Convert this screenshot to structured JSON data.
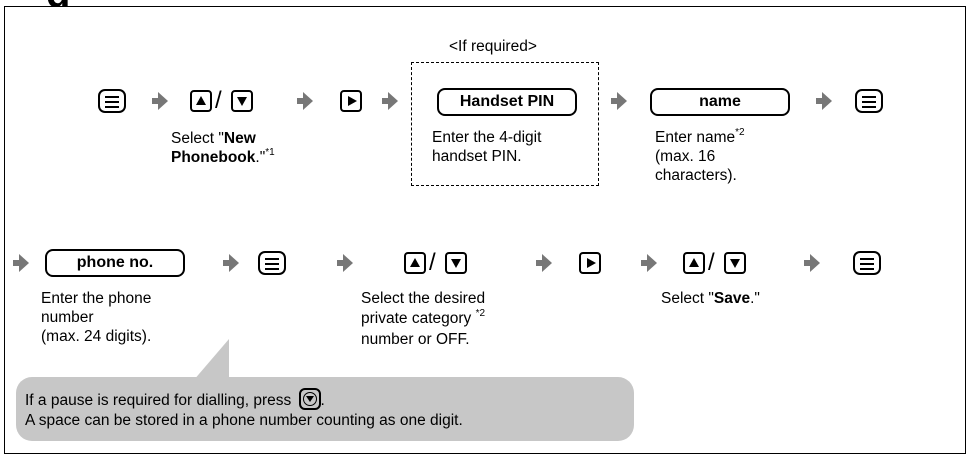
{
  "heading": "g",
  "row1": {
    "if_required": "<If required>",
    "select_new_phonebook": {
      "pre": "Select \"",
      "bold1": "New",
      "bold2": "Phonebook",
      "post": ".\"",
      "note": "*1"
    },
    "handset_pin_field": "Handset PIN",
    "handset_pin_desc": [
      "Enter the 4-digit",
      "handset PIN."
    ],
    "name_field": "name",
    "name_desc": {
      "line1": "Enter name",
      "note": "*2",
      "line2": "(max. 16",
      "line3": "characters)."
    }
  },
  "row2": {
    "phone_field": "phone no.",
    "phone_desc": [
      "Enter the phone",
      "number",
      "(max. 24 digits)."
    ],
    "category_desc": {
      "line1": "Select the desired",
      "line2": "private category ",
      "note": "*2",
      "line3": "number or OFF."
    },
    "save_desc": {
      "pre": "Select \"",
      "bold": "Save",
      "post": ".\""
    }
  },
  "note": {
    "line1_pre": "If a pause is required for dialling, press",
    "line1_post": ".",
    "line2": "A space can be stored in a phone number counting as one digit."
  },
  "colors": {
    "arrow": "#777777",
    "bubble": "#c7c7c7"
  }
}
